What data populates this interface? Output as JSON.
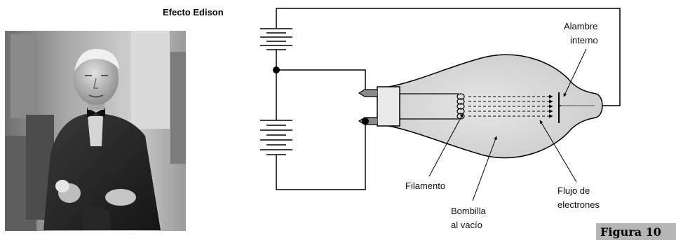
{
  "title": "Efecto Edison",
  "figure_label": "Figura 10",
  "labels": {
    "internal_wire": [
      "Alambre",
      "interno"
    ],
    "filament": "Filamento",
    "electron_flow": [
      "Flujo de",
      "electrones"
    ],
    "bulb": [
      "Bombilla",
      "al vacío"
    ]
  },
  "colors": {
    "figure_badge_bg": "#b5b5b5",
    "bulb_fill": "#d8d8d8",
    "wire": "#000000"
  },
  "icons": {
    "photo": "portrait-photo-icon"
  }
}
